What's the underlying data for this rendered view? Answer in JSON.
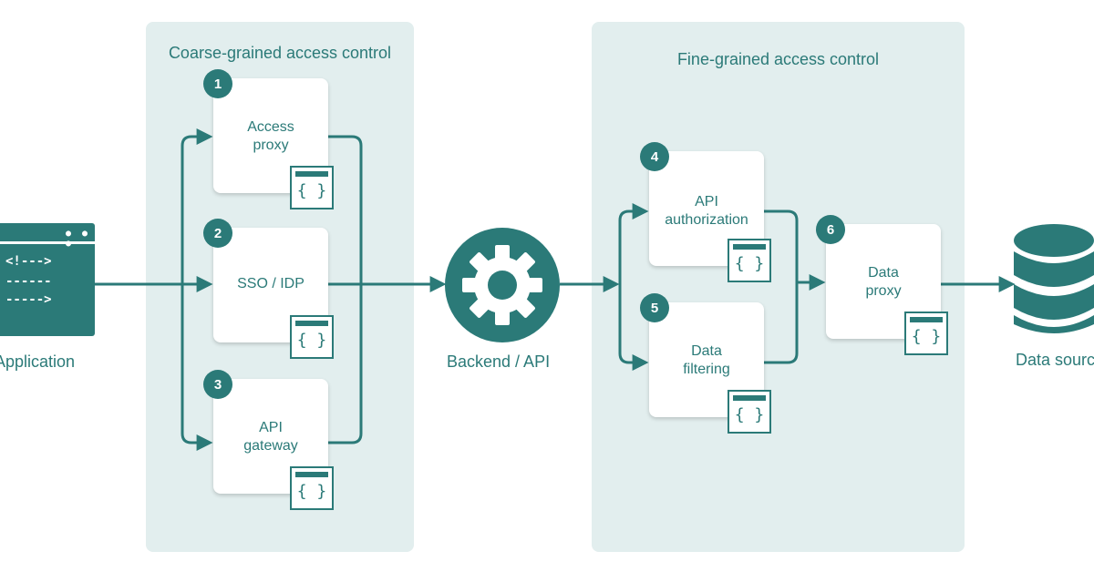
{
  "groups": {
    "coarse": {
      "title": "Coarse-grained access control"
    },
    "fine": {
      "title": "Fine-grained access control"
    }
  },
  "nodes": {
    "application": {
      "label": "Application",
      "icon": "browser-code-window-icon",
      "icon_glyphs": [
        "<!--->",
        "------",
        "----->"
      ]
    },
    "backend": {
      "label": "Backend / API",
      "icon": "gear-icon"
    },
    "datasource": {
      "label": "Data source",
      "icon": "database-icon"
    }
  },
  "cards": [
    {
      "number": "1",
      "label": "Access\nproxy",
      "icon_text": "{ }"
    },
    {
      "number": "2",
      "label": "SSO / IDP",
      "icon_text": "{ }"
    },
    {
      "number": "3",
      "label": "API\ngateway",
      "icon_text": "{ }"
    },
    {
      "number": "4",
      "label": "API\nauthorization",
      "icon_text": "{ }"
    },
    {
      "number": "5",
      "label": "Data\nfiltering",
      "icon_text": "{ }"
    },
    {
      "number": "6",
      "label": "Data\nproxy",
      "icon_text": "{ }"
    }
  ],
  "colors": {
    "accent": "#2b7a78",
    "panel": "#e2eeee",
    "card": "#ffffff"
  }
}
